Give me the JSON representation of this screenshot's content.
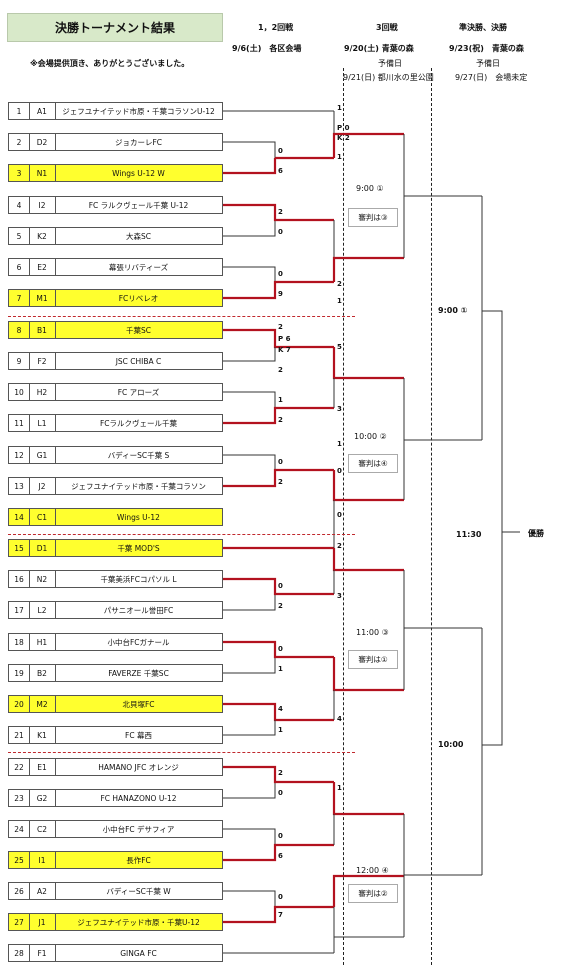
{
  "title": "決勝トーナメント結果",
  "note": "※会場提供頂き、ありがとうございました。",
  "headers": {
    "r12_title": "1，2回戦",
    "r12_date": "9/6(土)　各区会場",
    "r3_title": "3回戦",
    "r3_date": "9/20(土) 青葉の森",
    "r3_reserve": "予備日",
    "r3_reserve_date": "9/21(日) 都川水の里公園",
    "sf_title": "準決勝、決勝",
    "sf_date": "9/23(祝)　青葉の森",
    "sf_reserve": "予備日",
    "sf_reserve_date": "9/27(日)　会場未定"
  },
  "teams": [
    {
      "no": "1",
      "code": "A1",
      "name": "ジェフユナイテッド市原・千葉コラソンU-12",
      "highlight": false
    },
    {
      "no": "2",
      "code": "D2",
      "name": "ジョカーレFC",
      "highlight": false
    },
    {
      "no": "3",
      "code": "N1",
      "name": "Wings U-12 W",
      "highlight": true
    },
    {
      "no": "4",
      "code": "I2",
      "name": "FC ラルクヴェール千葉 U-12",
      "highlight": false
    },
    {
      "no": "5",
      "code": "K2",
      "name": "大森SC",
      "highlight": false
    },
    {
      "no": "6",
      "code": "E2",
      "name": "幕張リバティーズ",
      "highlight": false
    },
    {
      "no": "7",
      "code": "M1",
      "name": "FCリベレオ",
      "highlight": true
    },
    {
      "no": "8",
      "code": "B1",
      "name": "千葉SC",
      "highlight": true
    },
    {
      "no": "9",
      "code": "F2",
      "name": "JSC CHIBA C",
      "highlight": false
    },
    {
      "no": "10",
      "code": "H2",
      "name": "FC アローズ",
      "highlight": false
    },
    {
      "no": "11",
      "code": "L1",
      "name": "FCラルクヴェール千葉",
      "highlight": false
    },
    {
      "no": "12",
      "code": "G1",
      "name": "バディーSC千葉 S",
      "highlight": false
    },
    {
      "no": "13",
      "code": "J2",
      "name": "ジェフユナイテッド市原・千葉コラソン",
      "highlight": false
    },
    {
      "no": "14",
      "code": "C1",
      "name": "Wings U-12",
      "highlight": true
    },
    {
      "no": "15",
      "code": "D1",
      "name": "千葉 MOD'S",
      "highlight": true
    },
    {
      "no": "16",
      "code": "N2",
      "name": "千葉美浜FCコパソル L",
      "highlight": false
    },
    {
      "no": "17",
      "code": "L2",
      "name": "パサニオール誉田FC",
      "highlight": false
    },
    {
      "no": "18",
      "code": "H1",
      "name": "小中台FCガナール",
      "highlight": false
    },
    {
      "no": "19",
      "code": "B2",
      "name": "FAVERZE 千葉SC",
      "highlight": false
    },
    {
      "no": "20",
      "code": "M2",
      "name": "北貝塚FC",
      "highlight": true
    },
    {
      "no": "21",
      "code": "K1",
      "name": "FC 幕西",
      "highlight": false
    },
    {
      "no": "22",
      "code": "E1",
      "name": "HAMANO JFC オレンジ",
      "highlight": false
    },
    {
      "no": "23",
      "code": "G2",
      "name": "FC HANAZONO U-12",
      "highlight": false
    },
    {
      "no": "24",
      "code": "C2",
      "name": "小中台FC デサフィア",
      "highlight": false
    },
    {
      "no": "25",
      "code": "I1",
      "name": "長作FC",
      "highlight": true
    },
    {
      "no": "26",
      "code": "A2",
      "name": "バディーSC千葉 W",
      "highlight": false
    },
    {
      "no": "27",
      "code": "J1",
      "name": "ジェフユナイテッド市原・千葉U-12",
      "highlight": true
    },
    {
      "no": "28",
      "code": "F1",
      "name": "GINGA FC",
      "highlight": false
    }
  ],
  "scores": [
    "1",
    "P 0",
    "K 2",
    "0",
    "6",
    "2",
    "0",
    "0",
    "9",
    "2",
    "P 6",
    "K 7",
    "2",
    "1",
    "2",
    "0",
    "2",
    "0",
    "2",
    "0",
    "1",
    "4",
    "1",
    "2",
    "0",
    "0",
    "6",
    "0",
    "7",
    "1",
    "2",
    "1",
    "5",
    "3",
    "1",
    "0",
    "0",
    "2",
    "3",
    "4",
    "1"
  ],
  "matches": [
    "9:00 ①",
    "10:00 ②",
    "11:00 ③",
    "12:00 ④",
    "9:00 ①",
    "11:30",
    "10:00"
  ],
  "referees": [
    "審判は③",
    "審判は④",
    "審判は①",
    "審判は②"
  ],
  "final_label": "優勝",
  "colors": {
    "bracket_red": "#b3121f",
    "line_dark": "#333333",
    "highlight": "#ffff2e",
    "title_bg": "#d8e9c9"
  }
}
